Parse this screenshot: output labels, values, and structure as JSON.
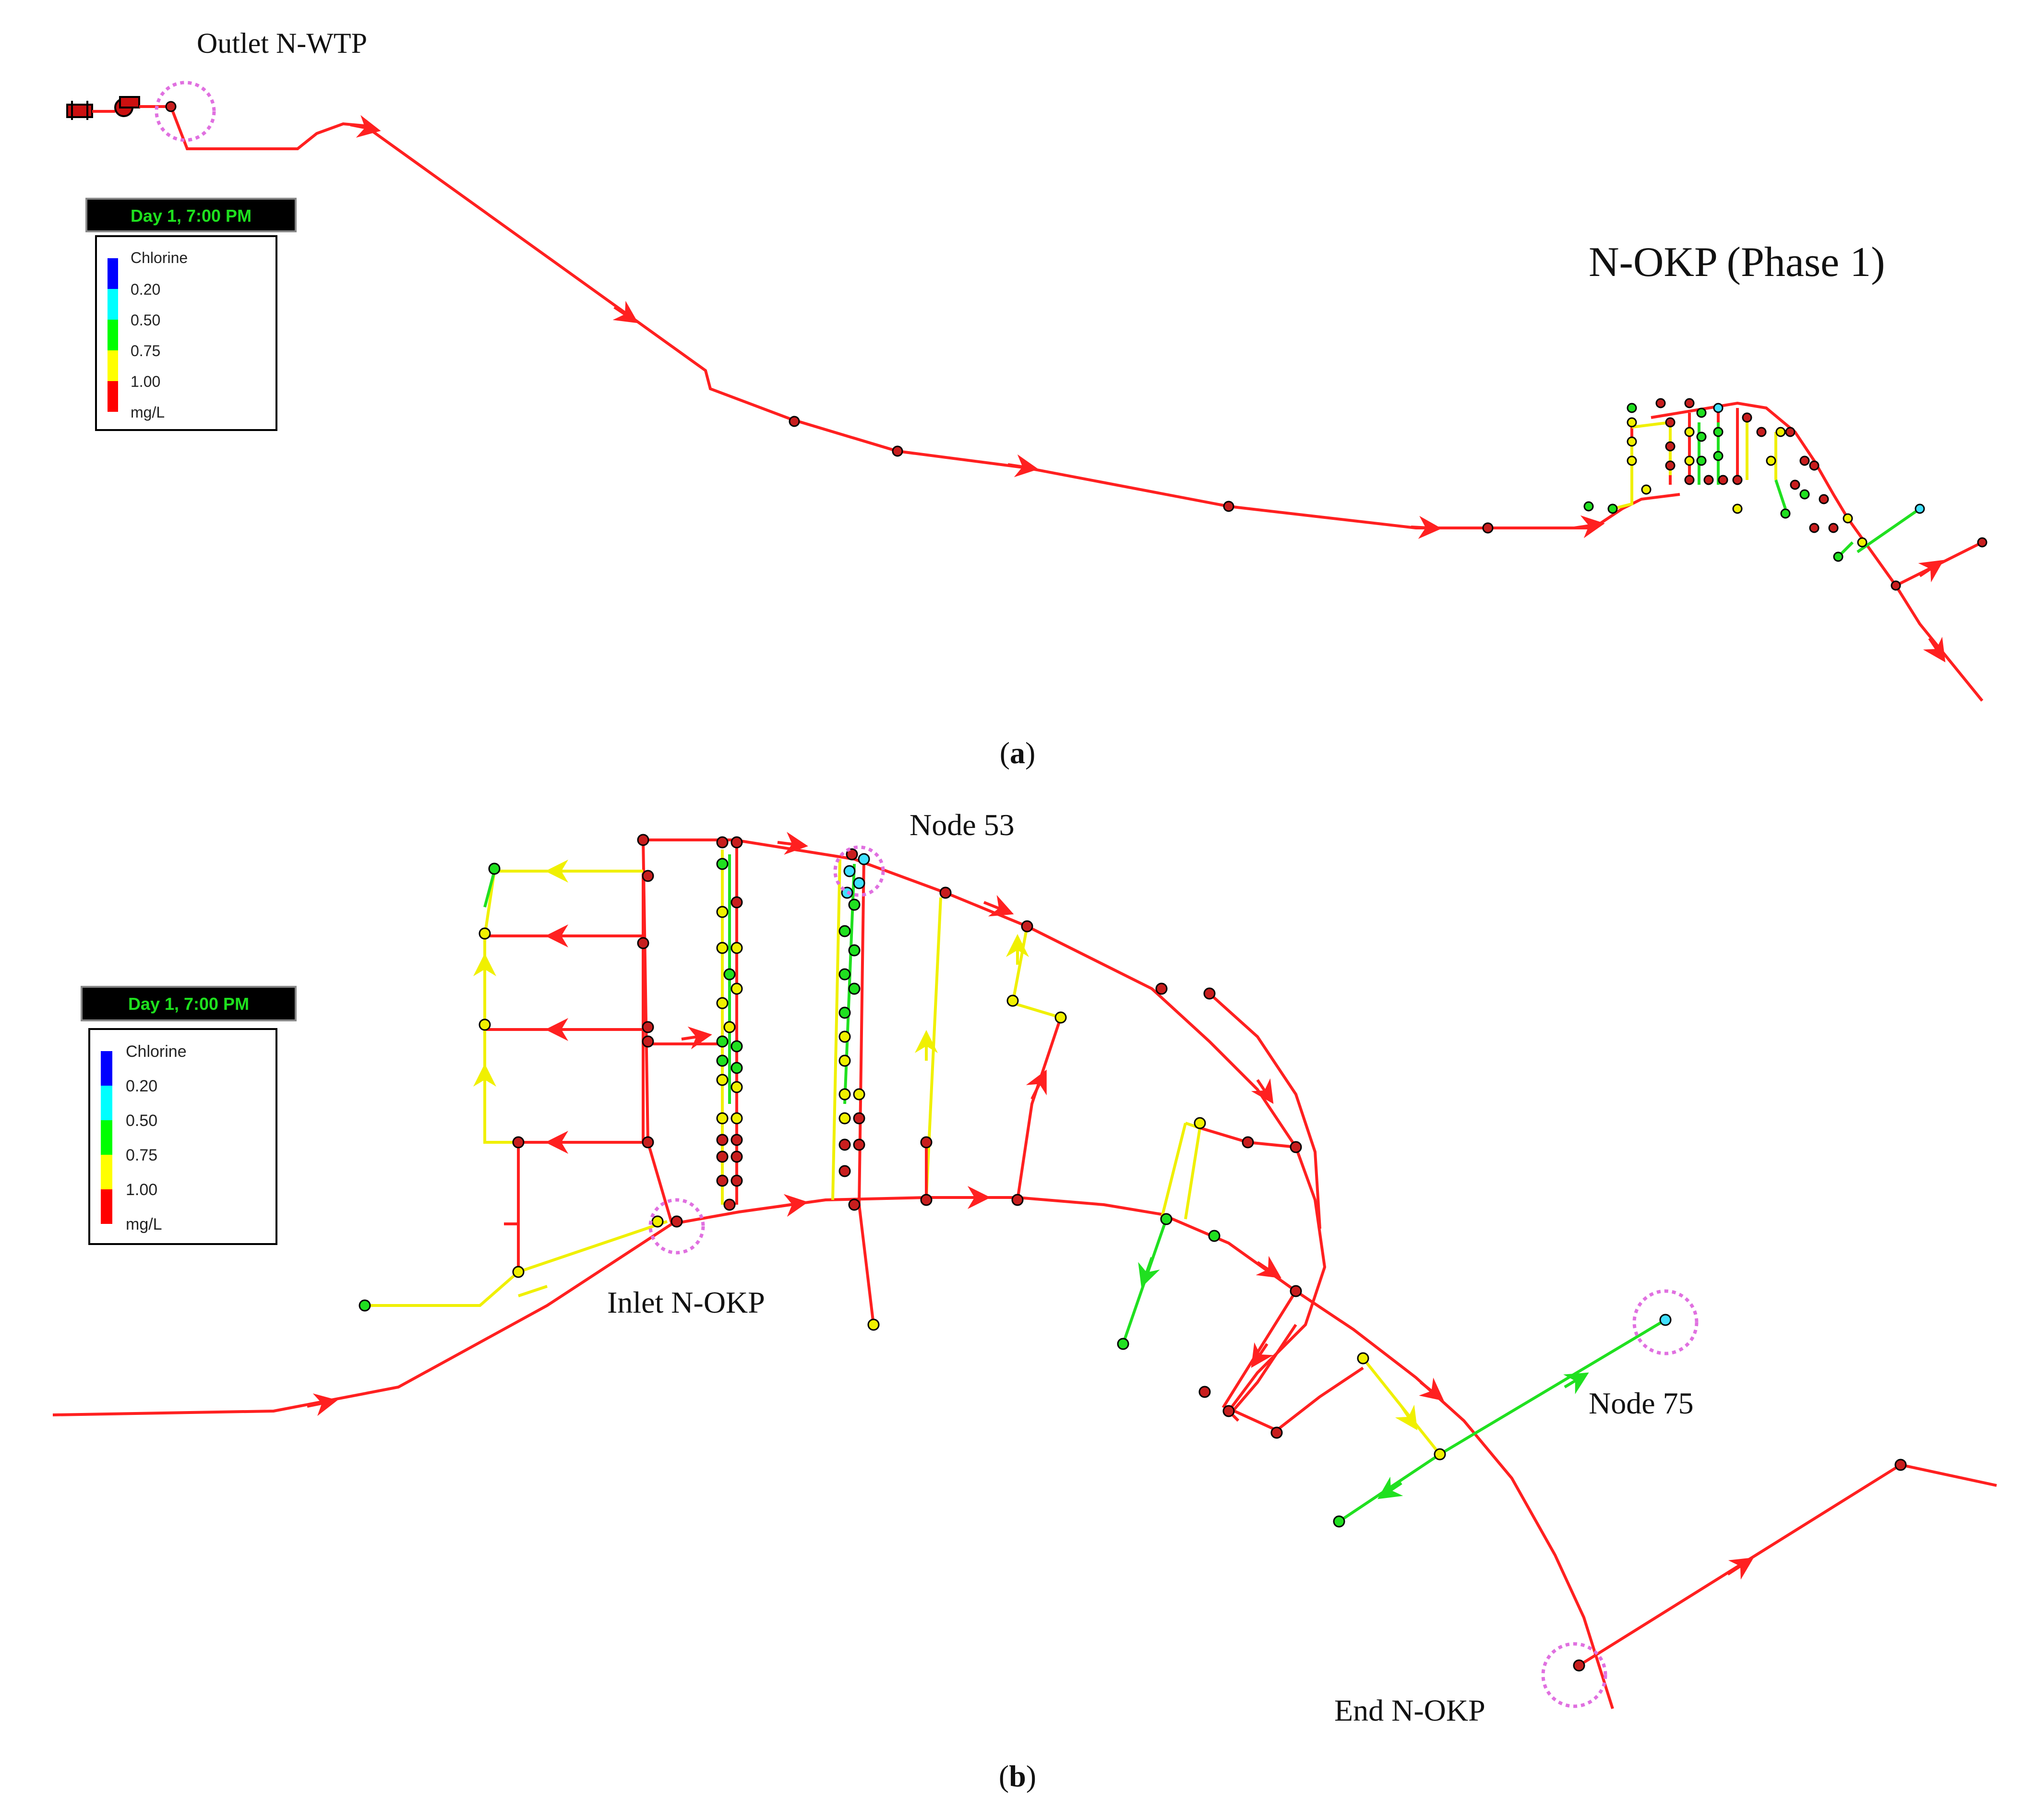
{
  "panel_a": {
    "caption_label": "a",
    "labels": {
      "outlet": "Outlet N-WTP",
      "network": "N-OKP (Phase 1)"
    },
    "legend": {
      "time": "Day 1, 7:00 PM",
      "title": "Chlorine",
      "unit": "mg/L",
      "items": [
        {
          "value": "0.20",
          "color": "#00ffff"
        },
        {
          "value": "0.50",
          "color": "#00ff00"
        },
        {
          "value": "0.75",
          "color": "#ffff00"
        },
        {
          "value": "1.00",
          "color": "#ff0000"
        }
      ],
      "top_color": "#0000ff"
    }
  },
  "panel_b": {
    "caption_label": "b",
    "labels": {
      "node53": "Node 53",
      "inlet": "Inlet N-OKP",
      "node75": "Node 75",
      "end": "End N-OKP"
    },
    "legend": {
      "time": "Day 1, 7:00 PM",
      "title": "Chlorine",
      "unit": "mg/L",
      "items": [
        {
          "value": "0.20",
          "color": "#00ffff"
        },
        {
          "value": "0.50",
          "color": "#00ff00"
        },
        {
          "value": "0.75",
          "color": "#ffff00"
        },
        {
          "value": "1.00",
          "color": "#ff0000"
        }
      ],
      "top_color": "#0000ff"
    }
  },
  "colors": {
    "red": "#ff2020",
    "yellow": "#ffff20",
    "green": "#20e020",
    "cyan": "#40e0ff",
    "node_red": "#c81e1e",
    "highlight": "#e070e0"
  }
}
